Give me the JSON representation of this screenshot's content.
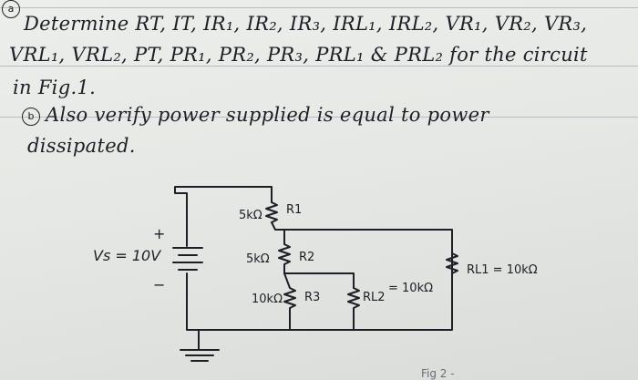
{
  "labels": {
    "part_a_marker": "a",
    "part_b_marker": "b"
  },
  "question": {
    "line1": "Determine RT, IT, IR₁, IR₂, IR₃, IRL₁, IRL₂, VR₁, VR₂, VR₃,",
    "line2": "VRL₁, VRL₂, PT, PR₁, PR₂, PR₃, PRL₁ & PRL₂ for the circuit",
    "line3": "in Fig.1.",
    "part_b_line1": "Also verify power supplied is equal to power",
    "part_b_line2": "dissipated."
  },
  "circuit": {
    "source_label": "Vs = 10V",
    "plus": "+",
    "minus": "−",
    "r1_value": "5kΩ",
    "r1_name": "R1",
    "r2_value": "5kΩ",
    "r2_name": "R2",
    "r3_value": "10kΩ",
    "r3_name": "R3",
    "rl2_name": "RL2",
    "rl2_value": "= 10kΩ",
    "rl1_label": "RL1 = 10kΩ"
  },
  "footer": {
    "fig_caption": "Fig 2 -"
  }
}
